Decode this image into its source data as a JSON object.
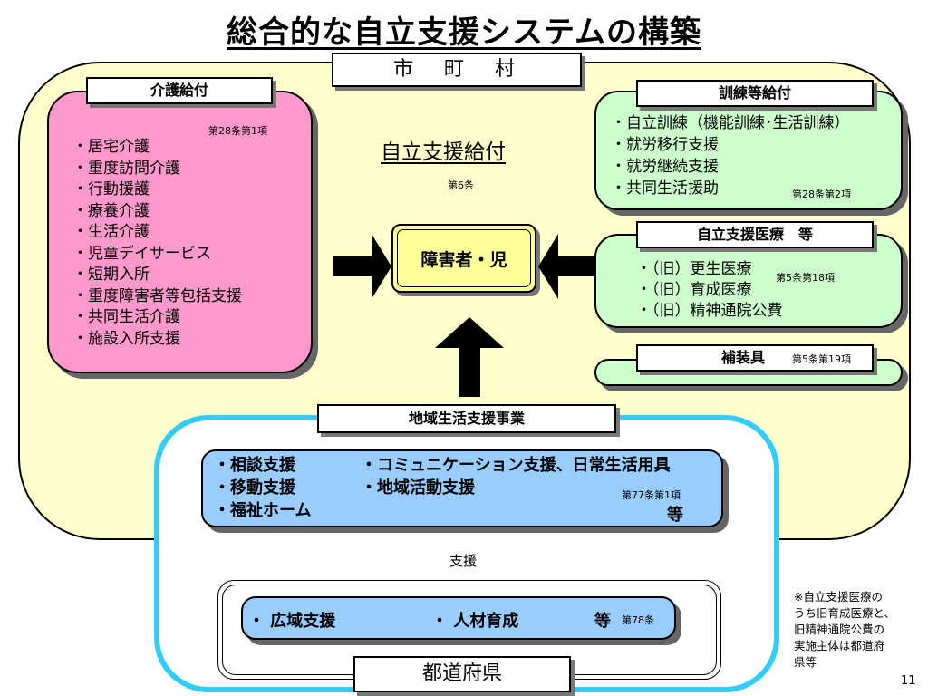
{
  "title": "総合的な自立支援システムの構築",
  "municipality": "市　町　村",
  "care": {
    "label": "介護給付",
    "ref": "第28条第1項",
    "items": [
      "・居宅介護",
      "・重度訪問介護",
      "・行動援護",
      "・療養介護",
      "・生活介護",
      "・児童デイサービス",
      "・短期入所",
      "・重度障害者等包括支援",
      "・共同生活介護",
      "・施設入所支援"
    ]
  },
  "center": {
    "heading": "自立支援給付",
    "ref": "第6条",
    "box": "障害者・児"
  },
  "training": {
    "label": "訓練等給付",
    "items": [
      "・自立訓練（機能訓練･生活訓練）",
      "・就労移行支援",
      "・就労継続支援",
      "・共同生活援助"
    ],
    "ref": "第28条第2項"
  },
  "medical": {
    "label": "自立支援医療　等",
    "items": [
      "・（旧）更生医療",
      "・（旧）育成医療",
      "・（旧）精神通院公費"
    ],
    "ref": "第5条第18項"
  },
  "prosthetic": {
    "label": "補装具",
    "ref": "第5条第19項"
  },
  "community": {
    "label": "地域生活支援事業",
    "col1": [
      "・相談支援",
      "・移動支援",
      "・福祉ホーム"
    ],
    "col2": [
      "・コミュニケーション支援、日常生活用具",
      "・地域活動支援"
    ],
    "ref": "第77条第1項",
    "etc": "等"
  },
  "support_arrow": "支援",
  "prefecture_box": {
    "item1": "・ 広域支援",
    "item2": "・ 人材育成",
    "etc": "等",
    "ref": "第78条"
  },
  "prefecture": "都道府県",
  "note": [
    "※自立支援医療の",
    "うち旧育成医療と、",
    "旧精神通院公費の",
    "実施主体は都道府",
    "県等"
  ],
  "page_number": "11",
  "colors": {
    "municipality_bg": "#ffffcc",
    "care_bg": "#ff99cc",
    "training_bg": "#ccffcc",
    "community_bg": "#99ccff",
    "prefecture_border": "#33ccff",
    "support_arrow": "#ff99cc",
    "person_box": "#ffff99"
  }
}
